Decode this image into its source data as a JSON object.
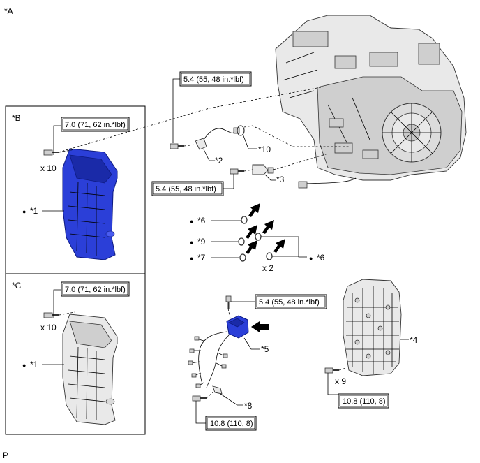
{
  "view_labels": {
    "a": "*A",
    "b": "*B",
    "c": "*C"
  },
  "footer_code": "P",
  "torque_specs": {
    "sensor_bolt_top": "5.4 (55, 48 in.*lbf)",
    "sensor_bolt_left": "5.4 (55, 48 in.*lbf)",
    "oil_pan_b": "7.0 (71, 62 in.*lbf)",
    "oil_pan_c": "7.0 (71, 62 in.*lbf)",
    "solenoid_bolt": "5.4 (55, 48 in.*lbf)",
    "harness_bolt": "10.8 (110, 8)",
    "valve_body_bolt": "10.8 (110, 8)"
  },
  "quantities": {
    "oil_pan_b_bolts": "x 10",
    "oil_pan_c_bolts": "x 10",
    "gaskets": "x 2",
    "valve_body_bolts": "x 9"
  },
  "callouts": {
    "p1_b": "*1",
    "p1_c": "*1",
    "p2": "*2",
    "p3": "*3",
    "p4": "*4",
    "p5": "*5",
    "p6_left": "*6",
    "p6_right": "*6",
    "p7": "*7",
    "p8": "*8",
    "p9": "*9",
    "p10": "*10"
  },
  "bullet": "●",
  "colors": {
    "highlight": "#2b3fd8",
    "line": "#000000",
    "part_fill": "#e9e9e9"
  }
}
